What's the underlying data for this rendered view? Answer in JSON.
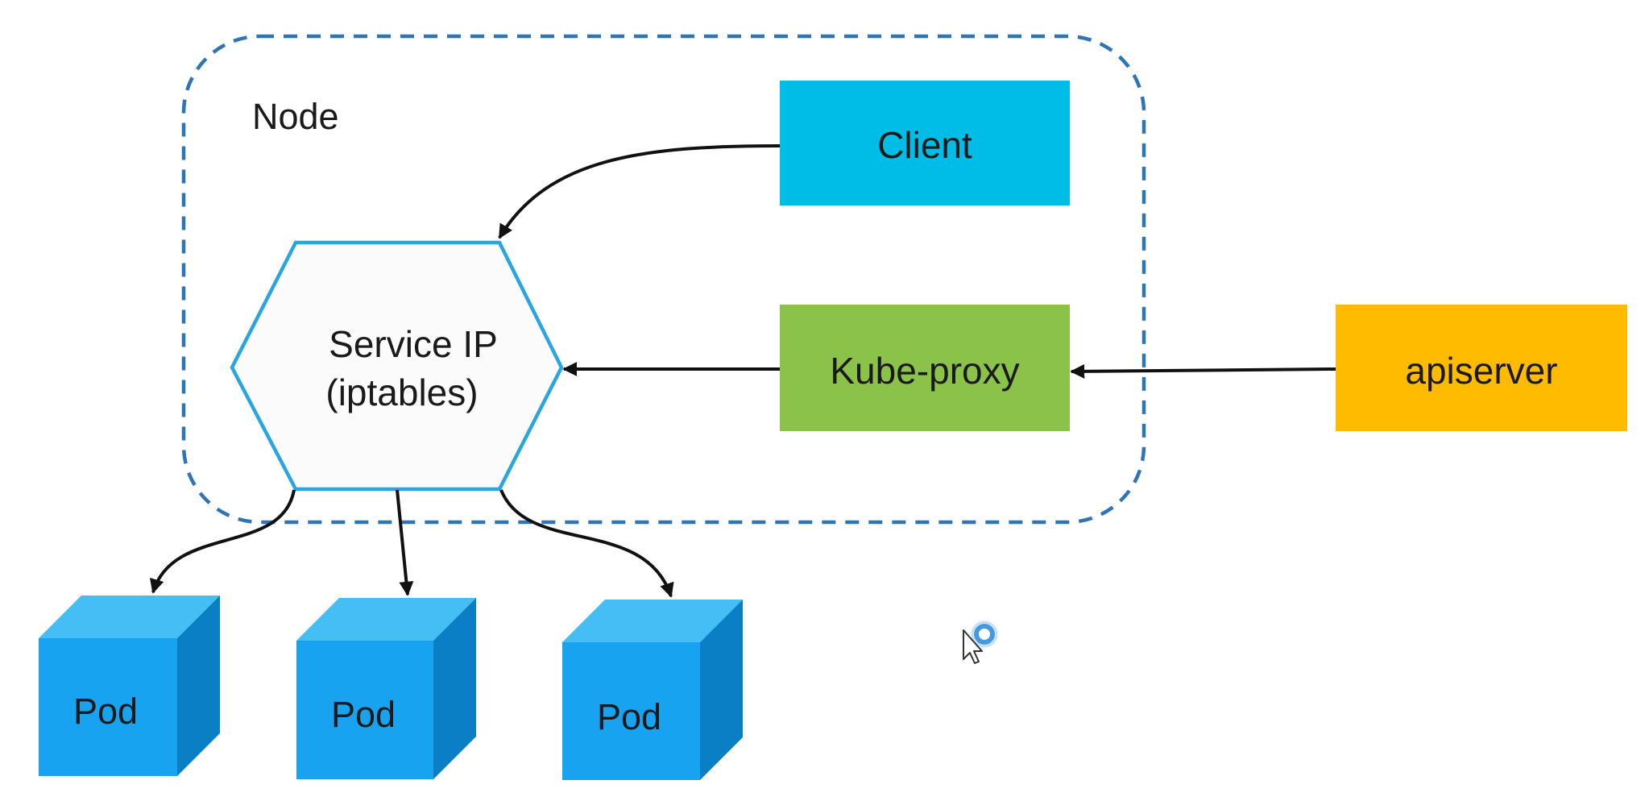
{
  "diagram": {
    "node_label": "Node",
    "client_label": "Client",
    "service_label_line1": "Service IP",
    "service_label_line2": "(iptables)",
    "kube_proxy_label": "Kube-proxy",
    "apiserver_label": "apiserver",
    "pods": [
      {
        "label": "Pod"
      },
      {
        "label": "Pod"
      },
      {
        "label": "Pod"
      }
    ]
  },
  "colors": {
    "node_border": "#2e75b6",
    "client_fill": "#00bde8",
    "kube_proxy_fill": "#8bc34a",
    "apiserver_fill": "#ffbb00",
    "hexagon_stroke": "#29a6e0",
    "hexagon_fill": "#fbfbfb",
    "pod_front": "#17a3f0",
    "pod_top": "#45bef5",
    "pod_side": "#0b7fc5",
    "arrow": "#111111"
  },
  "icons": {
    "cursor": "mouse-pointer-icon",
    "click": "click-indicator-icon"
  }
}
